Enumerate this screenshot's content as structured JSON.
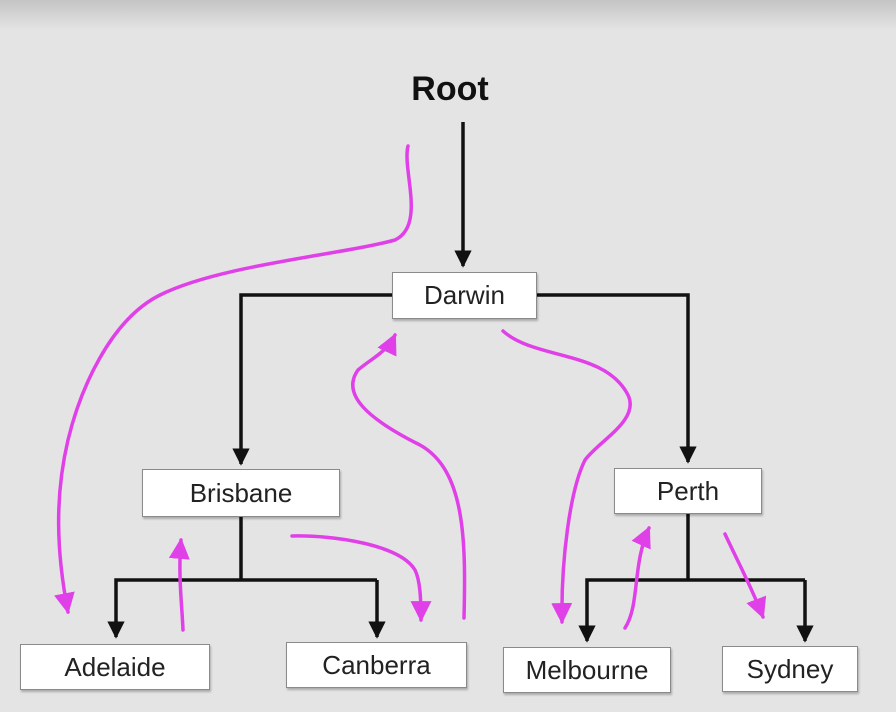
{
  "root_label": "Root",
  "nodes": {
    "darwin": "Darwin",
    "brisbane": "Brisbane",
    "perth": "Perth",
    "adelaide": "Adelaide",
    "canberra": "Canberra",
    "melbourne": "Melbourne",
    "sydney": "Sydney"
  },
  "colors": {
    "background": "#e4e4e4",
    "tree_lines": "#111111",
    "traversal_path": "#e040e8",
    "node_fill": "#ffffff"
  }
}
